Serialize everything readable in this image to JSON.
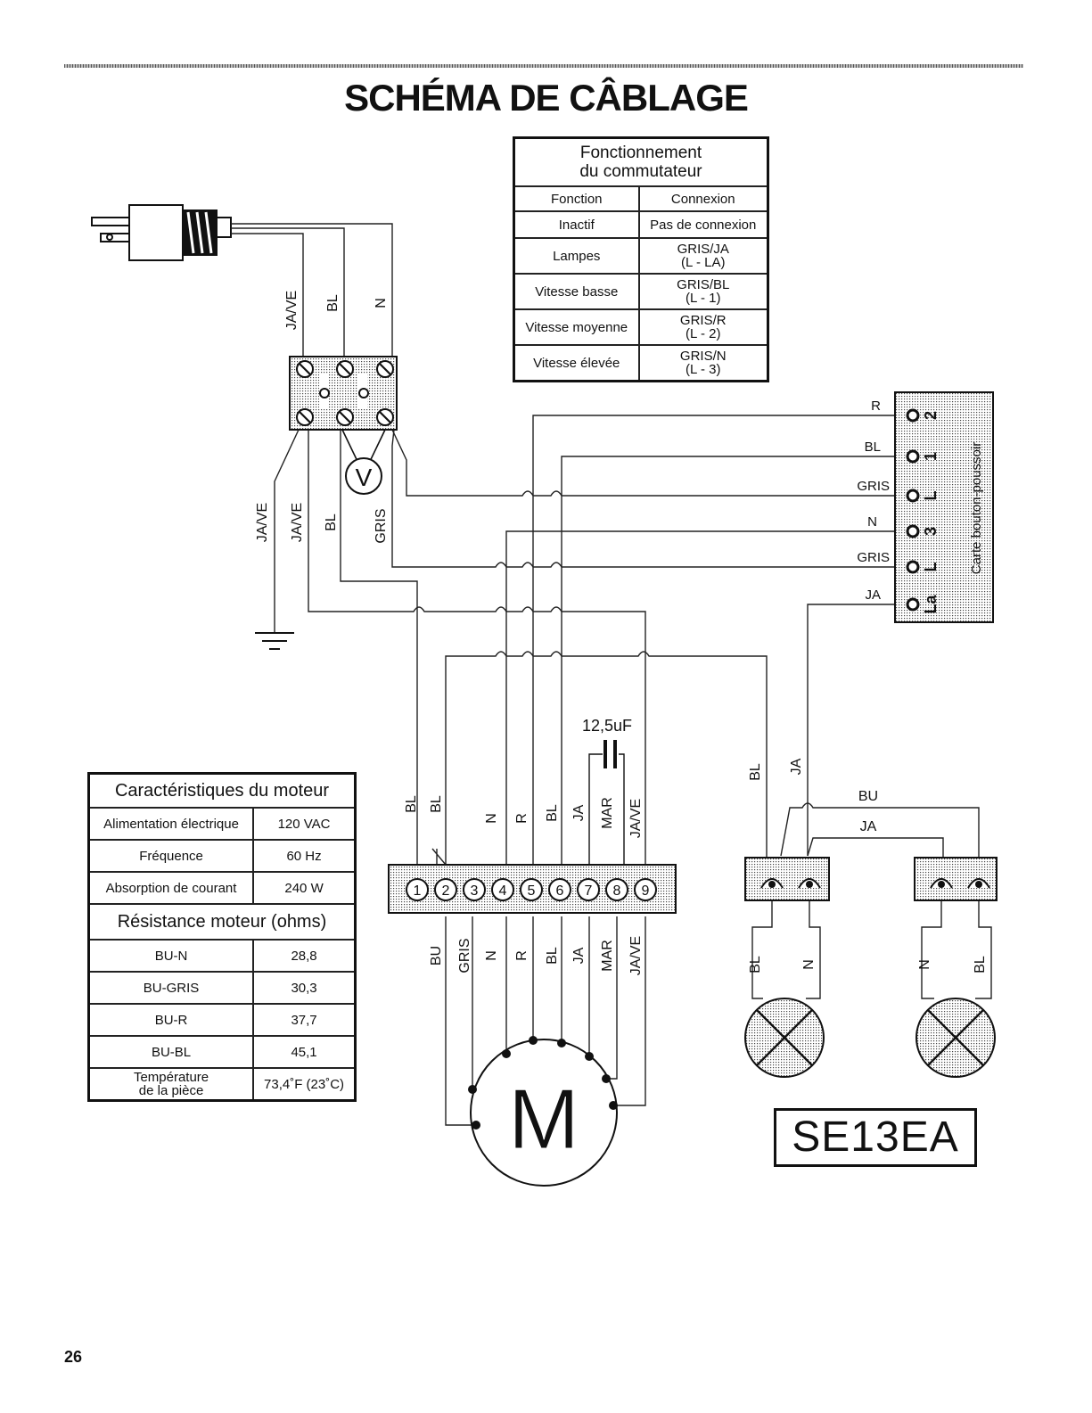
{
  "page": {
    "title": "SCHÉMA DE CÂBLAGE",
    "page_number": "26",
    "model": "SE13EA"
  },
  "switch_table": {
    "title_line1": "Fonctionnement",
    "title_line2": "du commutateur",
    "col_function": "Fonction",
    "col_connection": "Connexion",
    "rows": [
      {
        "function": "Inactif",
        "connection": "Pas de connexion",
        "code": ""
      },
      {
        "function": "Lampes",
        "connection": "GRIS/JA",
        "code": "(L - LA)"
      },
      {
        "function": "Vitesse basse",
        "connection": "GRIS/BL",
        "code": "(L - 1)"
      },
      {
        "function": "Vitesse moyenne",
        "connection": "GRIS/R",
        "code": "(L - 2)"
      },
      {
        "function": "Vitesse élevée",
        "connection": "GRIS/N",
        "code": "(L - 3)"
      }
    ]
  },
  "motor_table": {
    "title": "Caractéristiques du moteur",
    "rows": [
      {
        "label": "Alimentation électrique",
        "value": "120 VAC"
      },
      {
        "label": "Fréquence",
        "value": "60 Hz"
      },
      {
        "label": "Absorption de courant",
        "value": "240 W"
      }
    ],
    "resistance_title": "Résistance moteur (ohms)",
    "resistance_rows": [
      {
        "label": "BU-N",
        "value": "28,8"
      },
      {
        "label": "BU-GRIS",
        "value": "30,3"
      },
      {
        "label": "BU-R",
        "value": "37,7"
      },
      {
        "label": "BU-BL",
        "value": "45,1"
      }
    ],
    "temp_label_line1": "Température",
    "temp_label_line2": "de la pièce",
    "temp_value": "73,4˚F (23˚C)"
  },
  "diagram": {
    "plug_wires": [
      "JA/VE",
      "BL",
      "N"
    ],
    "block_wires_down": [
      "JA/VE",
      "JA/VE",
      "BL",
      "GRIS"
    ],
    "block_symbol": "V",
    "pushbutton_board_label": "Carte bouton-poussoir",
    "pushbutton_wires": [
      "R",
      "BL",
      "GRIS",
      "N",
      "GRIS",
      "JA"
    ],
    "pushbutton_terminals": [
      "2",
      "1",
      "L",
      "3",
      "L",
      "La"
    ],
    "capacitor": "12,5uF",
    "terminal_wires_top": [
      "BL",
      "BL",
      "N",
      "R",
      "BL",
      "JA",
      "MAR",
      "JA/VE"
    ],
    "terminal_numbers": [
      "1",
      "2",
      "3",
      "4",
      "5",
      "6",
      "7",
      "8",
      "9"
    ],
    "terminal_wires_bottom": [
      "BU",
      "GRIS",
      "N",
      "R",
      "BL",
      "JA",
      "MAR",
      "JA/VE"
    ],
    "motor_symbol": "M",
    "lamp_feed_wires": [
      "BL",
      "JA"
    ],
    "lamp_bridge_wires": [
      "BU",
      "JA"
    ],
    "lamp_left_wires": [
      "BL",
      "N"
    ],
    "lamp_right_wires": [
      "N",
      "BL"
    ]
  }
}
